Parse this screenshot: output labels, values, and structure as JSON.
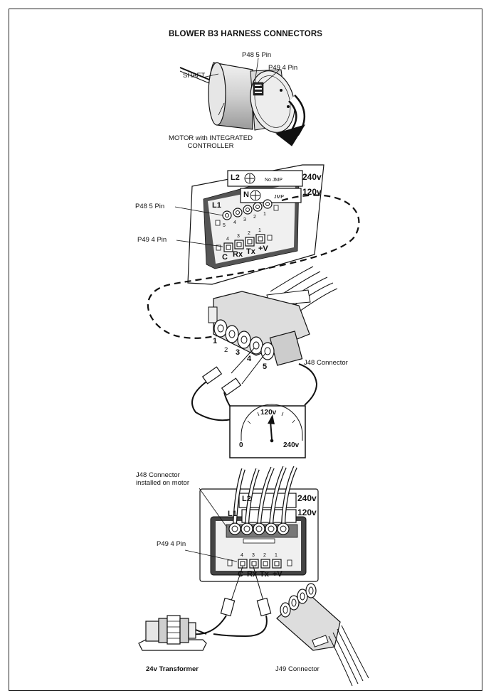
{
  "title": "BLOWER B3 HARNESS CONNECTORS",
  "motor": {
    "shaft_label": "SHAFT",
    "p48_label": "P48 5 Pin",
    "p49_label": "P49 4 Pin",
    "motor_label_line1": "MOTOR with INTEGRATED",
    "motor_label_line2": "CONTROLLER"
  },
  "plate1": {
    "volt_240": "240v",
    "volt_120": "120v",
    "l2": "L2",
    "n": "N",
    "l1": "L1",
    "no_jmp": "No JMP",
    "jmp": "JMP",
    "p48_label": "P48 5 Pin",
    "p49_label": "P49 4 Pin",
    "p48_pins": [
      "5",
      "4",
      "3",
      "2",
      "1"
    ],
    "p49_pins": [
      "4",
      "3",
      "2",
      "1"
    ],
    "p49_names": [
      "C",
      "Rx",
      "Tx",
      "+V"
    ]
  },
  "j48": {
    "pins": [
      "1",
      "2",
      "3",
      "4",
      "5"
    ],
    "label": "J48 Connector"
  },
  "meter": {
    "zero": "0",
    "mid": "120v",
    "max": "240v"
  },
  "plate2": {
    "installed_line1": "J48 Connector",
    "installed_line2": "installed on motor",
    "volt_240": "240v",
    "volt_120": "120v",
    "l2": "L2",
    "l1": "L1",
    "p49_label": "P49 4 Pin",
    "p49_pins": [
      "4",
      "3",
      "2",
      "1"
    ],
    "p49_names": [
      "C",
      "Rx",
      "Tx",
      "+V"
    ]
  },
  "bottom": {
    "transformer_label": "24v Transformer",
    "j49_label": "J49 Connector"
  }
}
